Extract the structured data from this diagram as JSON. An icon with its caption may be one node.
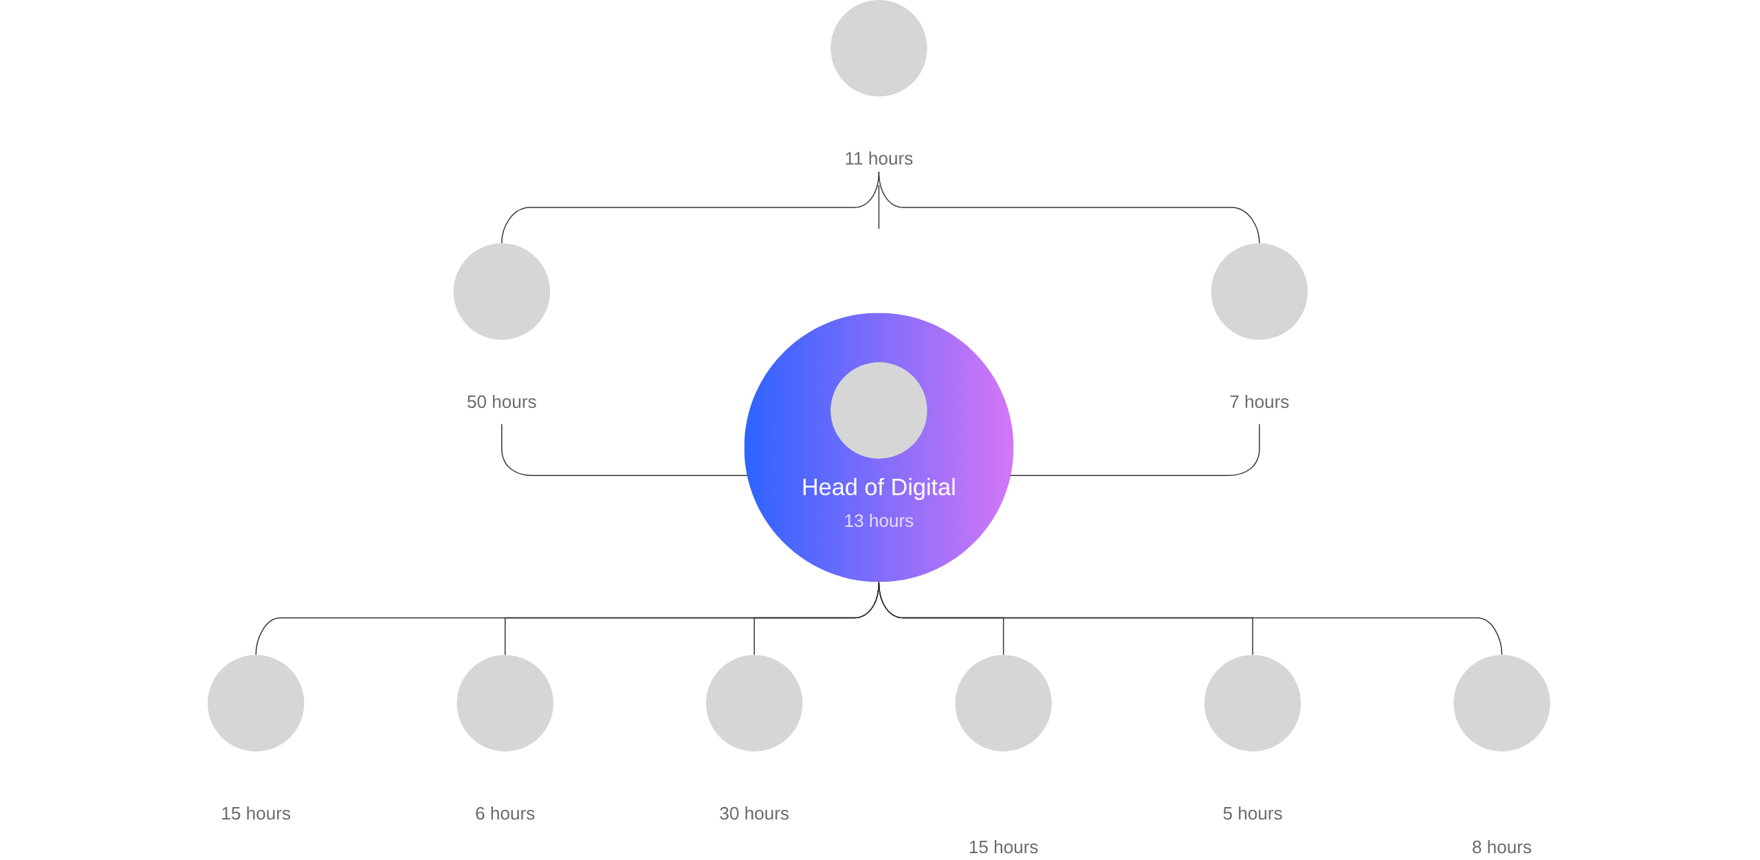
{
  "diagram": {
    "nodes": [
      {
        "text": [],
        "shape": "circle",
        "beside": [
          "11 hours"
        ]
      },
      {
        "text": [],
        "shape": "circle",
        "beside": [
          "50 hours"
        ]
      },
      {
        "text": [],
        "shape": "circle",
        "beside": [
          "7 hours"
        ]
      },
      {
        "text": [
          "Head of Digital",
          "13 hours"
        ]
      },
      {
        "text": [],
        "shape": "circle",
        "beside": [
          "15 hours"
        ]
      },
      {
        "text": [],
        "shape": "circle",
        "beside": [
          "6 hours"
        ]
      },
      {
        "text": [],
        "shape": "circle",
        "beside": [
          "30 hours"
        ]
      },
      {
        "text": [],
        "shape": "circle"
      },
      {
        "text": [],
        "shape": "circle",
        "beside": [
          "5 hours"
        ]
      },
      {
        "text": [],
        "shape": "circle"
      }
    ],
    "labels": [
      "15 hours",
      "8 hours"
    ],
    "edges": [
      {
        "from": 0,
        "to": 1,
        "arrow": "none"
      },
      {
        "from": 0,
        "to": 2,
        "arrow": "none"
      },
      {
        "from": 1,
        "to": 3,
        "arrow": "none"
      },
      {
        "from": 2,
        "to": 3,
        "arrow": "none"
      },
      {
        "from": 3,
        "to": 4,
        "arrow": "none"
      },
      {
        "from": 3,
        "to": 5,
        "arrow": "none"
      },
      {
        "from": 3,
        "to": 6,
        "arrow": "none"
      },
      {
        "from": 3,
        "to": 7,
        "arrow": "none"
      },
      {
        "from": 3,
        "to": 8,
        "arrow": "none"
      },
      {
        "from": 3,
        "to": 9,
        "arrow": "none"
      }
    ]
  }
}
